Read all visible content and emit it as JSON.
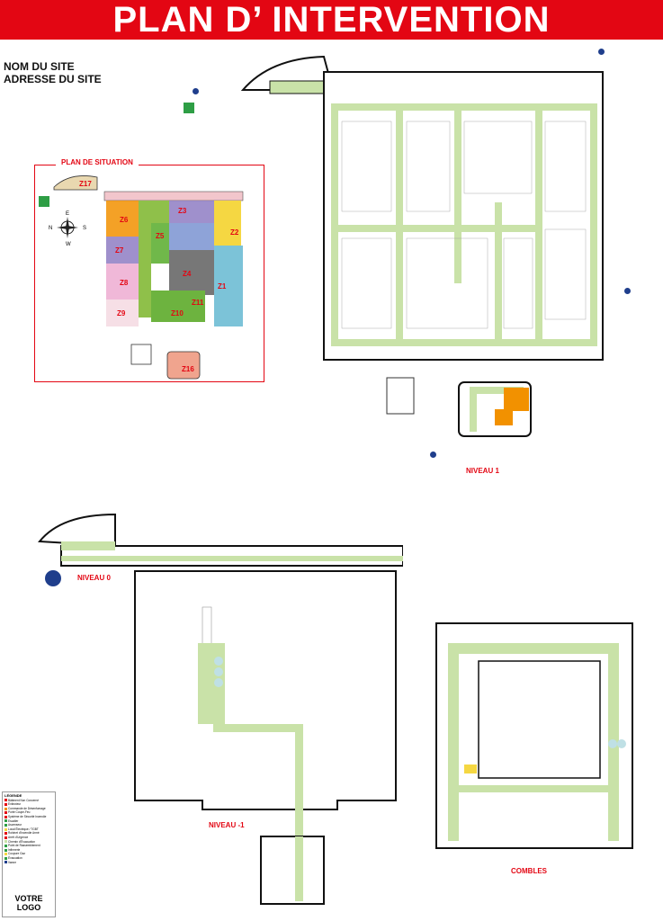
{
  "title": "PLAN  D’ INTERVENTION",
  "site": {
    "name": "NOM DU SITE",
    "address": "ADRESSE DU SITE"
  },
  "situation": {
    "title": "PLAN DE SITUATION",
    "compass": {
      "n": "N",
      "s": "S",
      "e": "E",
      "w": "W"
    },
    "zones": [
      "Z17",
      "Z6",
      "Z3",
      "Z5",
      "Z2",
      "Z7",
      "Z4",
      "Z8",
      "Z1",
      "Z9",
      "Z10",
      "Z11",
      "Z16"
    ]
  },
  "levels": {
    "n1": "NIVEAU 1",
    "n0": "NIVEAU 0",
    "nm1": "NIVEAU -1",
    "combles": "COMBLES"
  },
  "legend": {
    "title": "LÉGENDE",
    "items": [
      "Bâtiment Non Concerné",
      "Extincteur",
      "Commande de Désenfumage",
      "Porte Coupe-Feu",
      "Système de Sécurité Incendie",
      "Escalier",
      "Ascenseur",
      "Local Électrique / TGBT",
      "Robinet d'Incendie Armé",
      "Arrêt d'Urgence",
      "Chemin d'Évacuation",
      "Point de Rassemblement",
      "Infirmerie",
      "Coupure Gaz",
      "Évacuation",
      "Vanne"
    ]
  },
  "logo": {
    "line1": "VOTRE",
    "line2": "LOGO"
  },
  "colors": {
    "red": "#e30613",
    "green": "#c9e2a8",
    "blue": "#1f3e8c",
    "orange": "#f29100"
  }
}
